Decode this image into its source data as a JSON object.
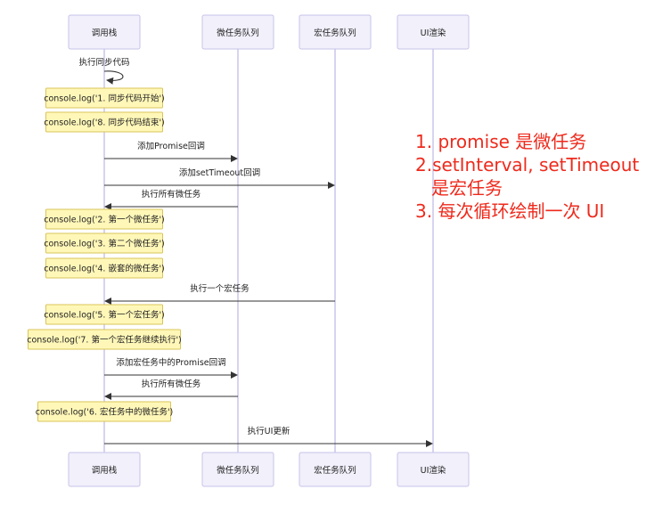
{
  "participants": [
    "调用栈",
    "微任务队列",
    "宏任务队列",
    "UI渲染"
  ],
  "self_message": "执行同步代码",
  "sequence": [
    {
      "kind": "note",
      "text": "console.log('1. 同步代码开始')"
    },
    {
      "kind": "note",
      "text": "console.log('8. 同步代码结束')"
    },
    {
      "kind": "message",
      "from": 0,
      "to": 1,
      "text": "添加Promise回调"
    },
    {
      "kind": "message",
      "from": 0,
      "to": 2,
      "text": "添加setTimeout回调"
    },
    {
      "kind": "message",
      "from": 1,
      "to": 0,
      "text": "执行所有微任务"
    },
    {
      "kind": "note",
      "text": "console.log('2. 第一个微任务')"
    },
    {
      "kind": "note",
      "text": "console.log('3. 第二个微任务')"
    },
    {
      "kind": "note",
      "text": "console.log('4. 嵌套的微任务')"
    },
    {
      "kind": "message",
      "from": 2,
      "to": 0,
      "text": "执行一个宏任务"
    },
    {
      "kind": "note",
      "text": "console.log('5. 第一个宏任务')"
    },
    {
      "kind": "note",
      "text": "console.log('7. 第一个宏任务继续执行')"
    },
    {
      "kind": "message",
      "from": 0,
      "to": 1,
      "text": "添加宏任务中的Promise回调"
    },
    {
      "kind": "message",
      "from": 1,
      "to": 0,
      "text": "执行所有微任务"
    },
    {
      "kind": "note",
      "text": "console.log('6. 宏任务中的微任务')"
    },
    {
      "kind": "message",
      "from": 0,
      "to": 3,
      "text": "执行UI更新"
    }
  ],
  "annotations": {
    "line1": "1. promise 是微任务",
    "line2": "2.setInterval, setTimeout",
    "line2b": "是宏任务",
    "line3": "3. 每次循环绘制一次 UI"
  },
  "colors": {
    "annotation": "#ee2a1c",
    "participant_fill": "#f1f0fb",
    "note_fill": "#fff7b8"
  }
}
